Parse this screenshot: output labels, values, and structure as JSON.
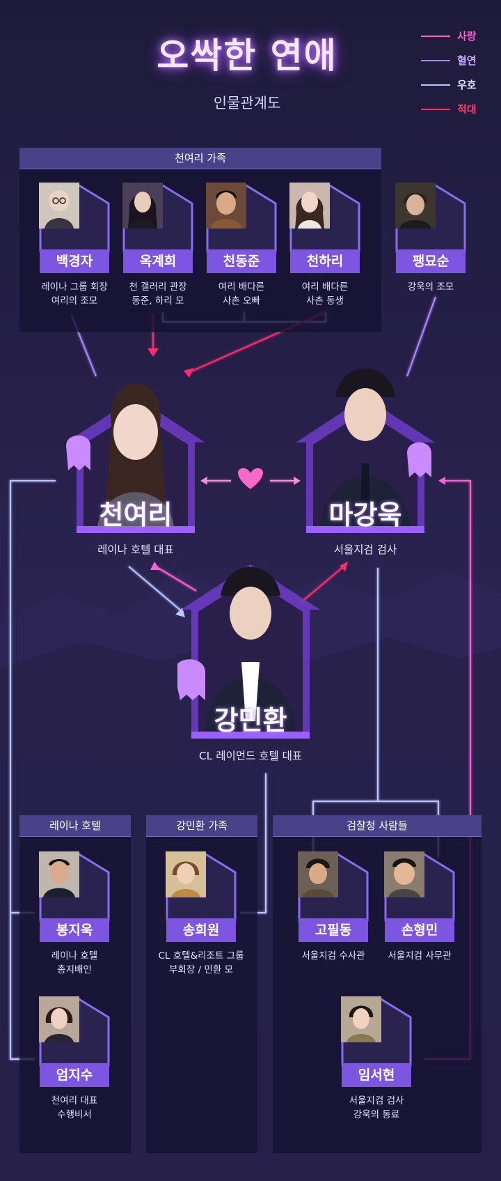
{
  "title": "오싹한 연애",
  "subtitle": "인물관계도",
  "legend": [
    {
      "label": "사랑",
      "color": "#ff5fcf"
    },
    {
      "label": "혈연",
      "color": "#b184ff"
    },
    {
      "label": "우호",
      "color": "#b9c6ff"
    },
    {
      "label": "적대",
      "color": "#ff2d6b"
    }
  ],
  "groups": {
    "family_cheon": "천여리 가족",
    "renaissance": "레이나 호텔",
    "family_kang": "강민환 가족",
    "prosecution": "검찰청 사람들"
  },
  "family": [
    {
      "name": "백경자",
      "desc": "레이나 그룹 회장\n여리의 조모"
    },
    {
      "name": "옥계희",
      "desc": "천 갤러리 관장\n동준, 하리 모"
    },
    {
      "name": "천동준",
      "desc": "여리 배다른\n사촌 오빠"
    },
    {
      "name": "천하리",
      "desc": "여리 배다른\n사촌 동생"
    }
  ],
  "paeng": {
    "name": "팽묘순",
    "desc": "강욱의 조모"
  },
  "main": {
    "yeori": {
      "name": "천여리",
      "desc": "레이나 호텔 대표"
    },
    "ganguk": {
      "name": "마강욱",
      "desc": "서울지검 검사"
    },
    "minhwan": {
      "name": "강민환",
      "desc": "CL 레이먼드 호텔 대표"
    }
  },
  "hotel": [
    {
      "name": "봉지욱",
      "desc": "레이나 호텔\n총지배인"
    },
    {
      "name": "엄지수",
      "desc": "천여리 대표\n수행비서"
    }
  ],
  "kang_family": [
    {
      "name": "송희원",
      "desc": "CL 호텔&리조트 그룹\n부회장 / 민환 모"
    }
  ],
  "prosecutors": [
    {
      "name": "고필동",
      "desc": "서울지검 수사관"
    },
    {
      "name": "손형민",
      "desc": "서울지검 사무관"
    },
    {
      "name": "임서현",
      "desc": "서울지검 검사\n강욱의 동료"
    }
  ]
}
